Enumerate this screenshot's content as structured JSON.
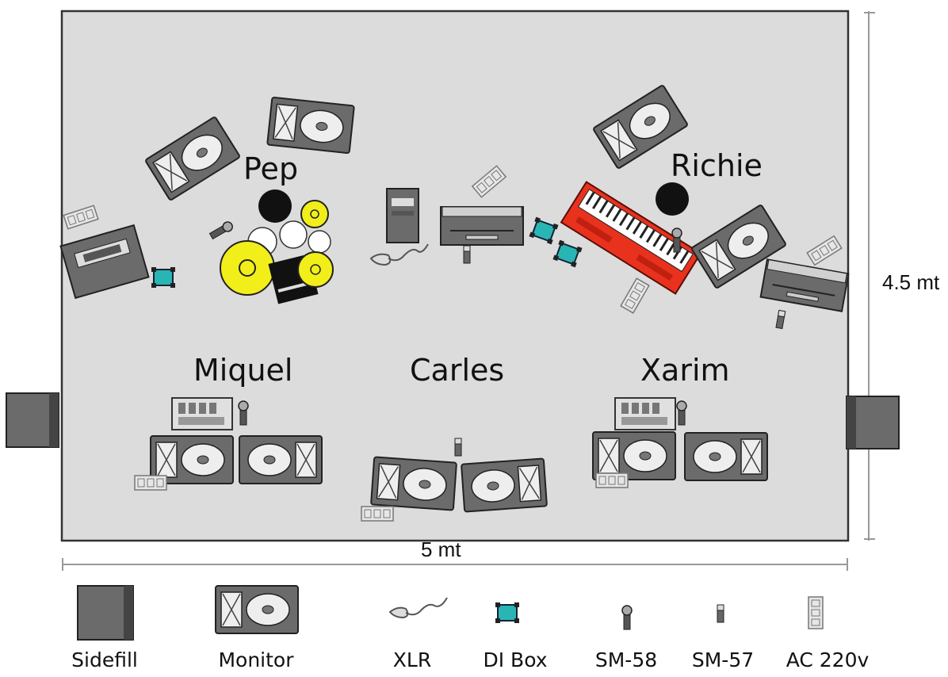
{
  "stage": {
    "musicians": {
      "pep": "Pep",
      "richie": "Richie",
      "miquel": "Miquel",
      "carles": "Carles",
      "xarim": "Xarim"
    },
    "depth_label": "4.5 mt",
    "width_label": "5 mt",
    "floor_color": "#dcdcdc",
    "equipment_color": "#6b6b6b",
    "di_color": "#2ab5b5",
    "drum_accent": "#f2ee1a",
    "keyboard_color": "#e8321e"
  },
  "legend": [
    {
      "label": "Sidefill",
      "icon": "sidefill-icon"
    },
    {
      "label": "Monitor",
      "icon": "monitor-icon"
    },
    {
      "label": "XLR",
      "icon": "xlr-cable-icon"
    },
    {
      "label": "DI Box",
      "icon": "di-box-icon"
    },
    {
      "label": "SM-58",
      "icon": "sm58-mic-icon"
    },
    {
      "label": "SM-57",
      "icon": "sm57-mic-icon"
    },
    {
      "label": "AC 220v",
      "icon": "ac-outlet-icon"
    }
  ]
}
